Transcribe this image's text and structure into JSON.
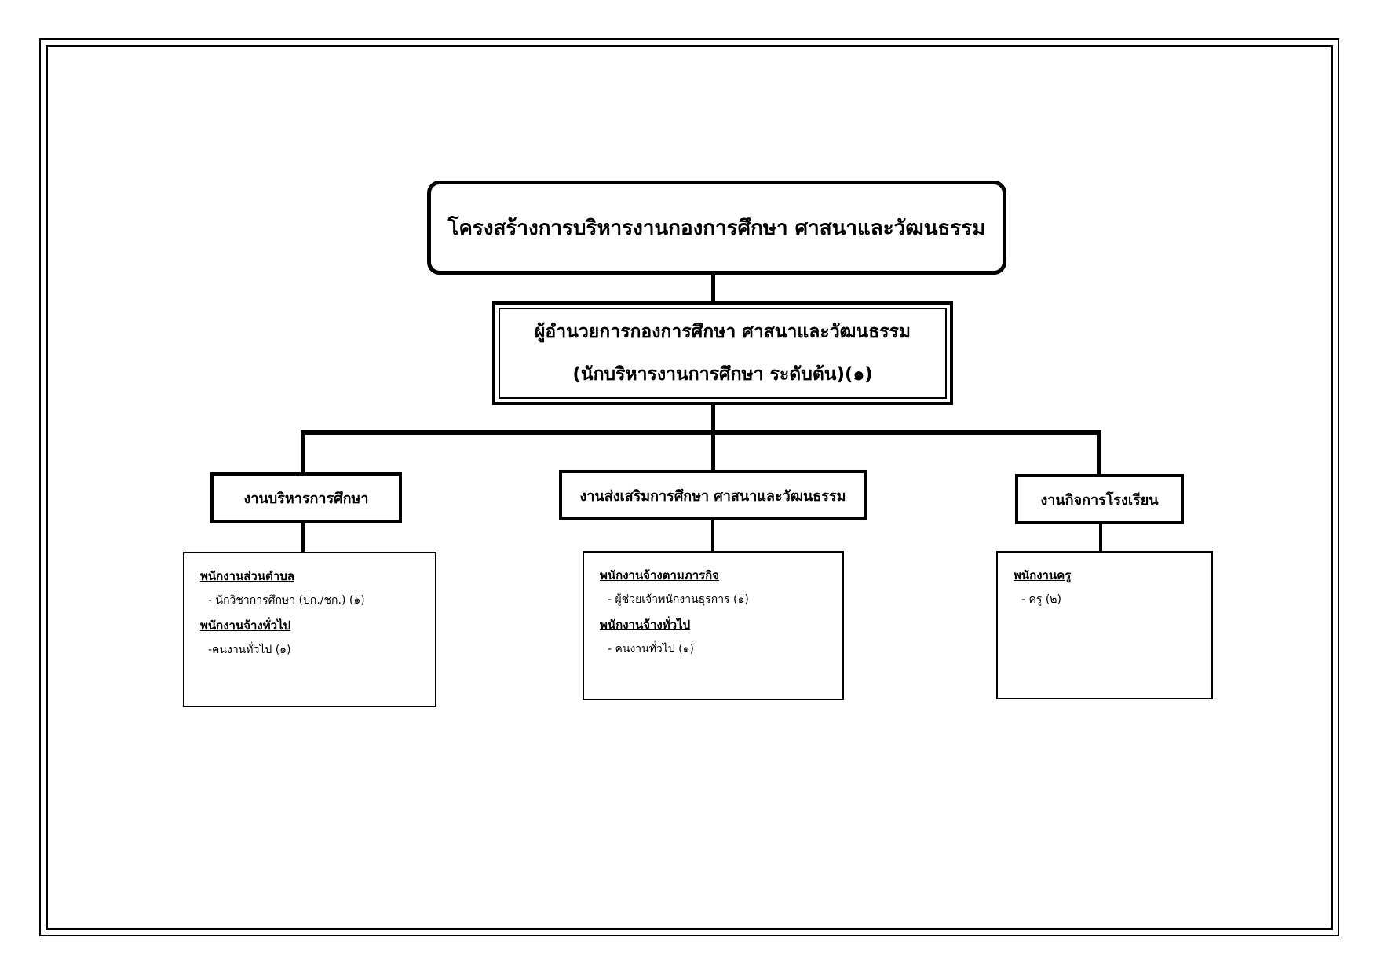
{
  "title": "โครงสร้างการบริหารงานกองการศึกษา ศาสนาและวัฒนธรรม",
  "director": {
    "line1": "ผู้อำนวยการกองการศึกษา ศาสนาและวัฒนธรรม",
    "line2": "(นักบริหารงานการศึกษา ระดับต้น)(๑)"
  },
  "departments": [
    {
      "name": "งานบริหารการศึกษา",
      "staff": [
        {
          "category": "พนักงานส่วนตำบล",
          "item": "- นักวิชาการศึกษา (ปก./ชก.) (๑)"
        },
        {
          "category": "พนักงานจ้างทั่วไป",
          "item": "-คนงานทั่วไป (๑)"
        }
      ]
    },
    {
      "name": "งานส่งเสริมการศึกษา ศาสนาและวัฒนธรรม",
      "staff": [
        {
          "category": "พนักงานจ้างตามภารกิจ",
          "item": "- ผู้ช่วยเจ้าพนักงานธุรการ (๑)"
        },
        {
          "category": "พนักงานจ้างทั่วไป",
          "item": "- คนงานทั่วไป (๑)"
        }
      ]
    },
    {
      "name": "งานกิจการโรงเรียน",
      "staff": [
        {
          "category": "พนักงานครู",
          "item": "- ครู (๒)"
        }
      ]
    }
  ]
}
